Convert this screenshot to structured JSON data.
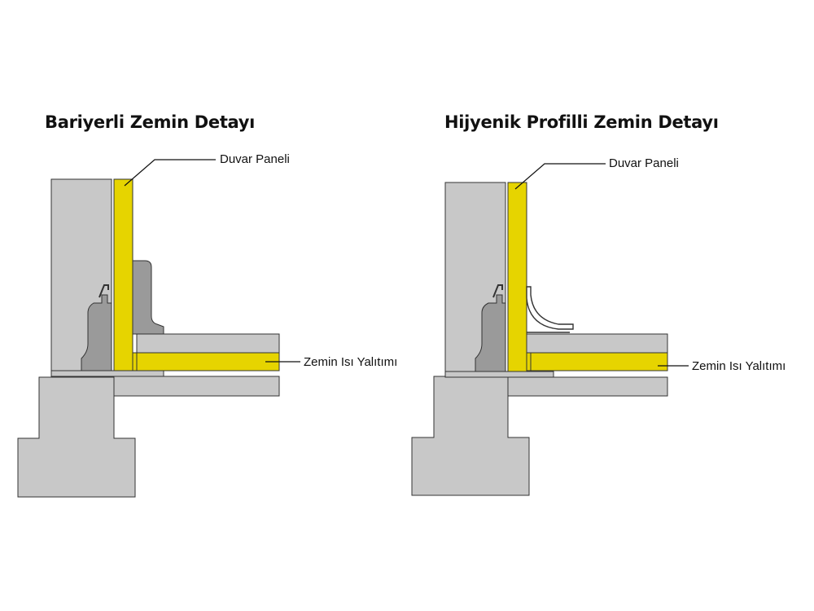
{
  "colors": {
    "concrete": "#c8c8c8",
    "profile": "#9a9a9a",
    "insulation": "#e6d400",
    "line": "#333333"
  },
  "left": {
    "title": "Bariyerli Zemin Detayı",
    "wall_panel_label": "Duvar Paneli",
    "floor_insulation_label": "Zemin Isı Yalıtımı"
  },
  "right": {
    "title": "Hijyenik Profilli Zemin Detayı",
    "wall_panel_label": "Duvar Paneli",
    "floor_insulation_label": "Zemin Isı Yalıtımı"
  }
}
